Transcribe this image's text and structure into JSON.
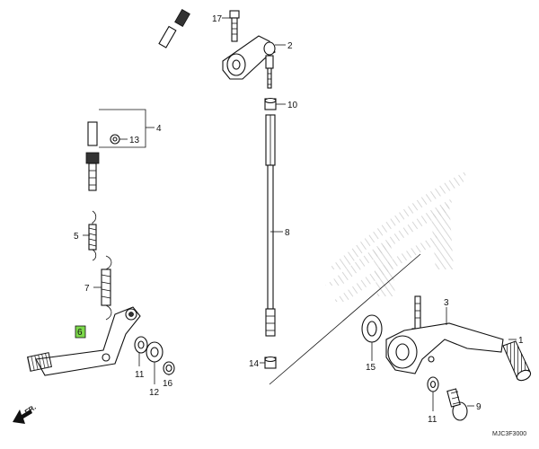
{
  "diagram": {
    "code": "MJC3F3000",
    "front_marker": "FR.",
    "labels": {
      "p1": "1",
      "p2": "2",
      "p3": "3",
      "p4": "4",
      "p5": "5",
      "p6": "6",
      "p7": "7",
      "p8": "8",
      "p9": "9",
      "p10": "10",
      "p11a": "11",
      "p11b": "11",
      "p12": "12",
      "p13": "13",
      "p14": "14",
      "p15": "15",
      "p16": "16",
      "p17": "17"
    },
    "colors": {
      "highlight": "#7cd94a",
      "ink": "#111111",
      "watermark": "#c0c0c0"
    },
    "icons": [
      "front-arrow-icon",
      "honda-wing-watermark-icon"
    ]
  }
}
